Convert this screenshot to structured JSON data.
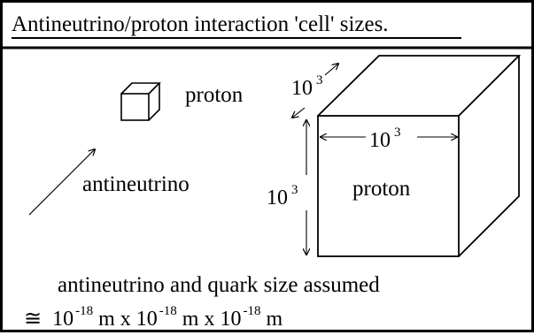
{
  "diagram": {
    "title": "Antineutrino/proton interaction 'cell' sizes.",
    "small_proton_label": "proton",
    "antineutrino_label": "antineutrino",
    "big_cube_label": "proton",
    "dimension": {
      "base": "10",
      "exponent": "3"
    },
    "footer": {
      "line1": "antineutrino and quark size assumed",
      "approx_symbol": "≅",
      "base": "10",
      "exponent": "-18",
      "unit": "m",
      "times": "x"
    }
  }
}
